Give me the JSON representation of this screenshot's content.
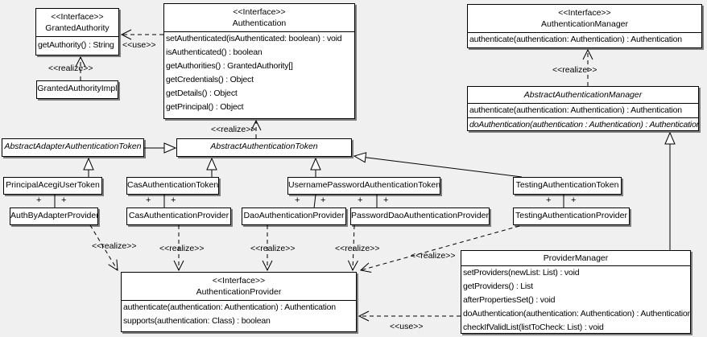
{
  "labels": {
    "realize": "&lt;&lt;realize&gt;&gt;",
    "use": "&lt;&lt;use&gt;&gt;",
    "plus": "+"
  },
  "stereotype_interface": "<<Interface>>",
  "edge_labels": {
    "realize": "<<realize>>",
    "use": "<<use>>",
    "plus": "+"
  },
  "classes": [
    {
      "stereotype": "<<Interface>>",
      "name": "GrantedAuthority",
      "methods": [
        "getAuthority() : String"
      ]
    },
    {
      "name": "GrantedAuthorityImpl"
    },
    {
      "stereotype": "<<Interface>>",
      "name": "Authentication",
      "methods": [
        "setAuthenticated(isAuthenticated: boolean) : void",
        "isAuthenticated() : boolean",
        "getAuthorities() : GrantedAuthority[]",
        "getCredentials() : Object",
        "getDetails() : Object",
        "getPrincipal() : Object"
      ]
    },
    {
      "stereotype": "<<Interface>>",
      "name": "AuthenticationManager",
      "methods": [
        "authenticate(authentication: Authentication) : Authentication"
      ]
    },
    {
      "name": "AbstractAuthenticationManager",
      "abstract": true,
      "methods": [
        "authenticate(authentication: Authentication) : Authentication",
        "doAuthentication(authentication : Authentication) : Authentication"
      ]
    },
    {
      "name": "AbstractAdapterAuthenticationToken",
      "abstract": true
    },
    {
      "name": "AbstractAuthenticationToken",
      "abstract": true
    },
    {
      "name": "PrincipalAcegiUserToken"
    },
    {
      "name": "CasAuthenticationToken"
    },
    {
      "name": "UsernamePasswordAuthenticationToken"
    },
    {
      "name": "TestingAuthenticationToken"
    },
    {
      "name": "AuthByAdapterProvider"
    },
    {
      "name": "CasAuthenticationProvider"
    },
    {
      "name": "DaoAuthenticationProvider"
    },
    {
      "name": "PasswordDaoAuthenticationProvider"
    },
    {
      "name": "TestingAuthenticationProvider"
    },
    {
      "stereotype": "<<Interface>>",
      "name": "AuthenticationProvider",
      "methods": [
        "authenticate(authentication: Authentication) : Authentication",
        "supports(authentication: Class) : boolean"
      ]
    },
    {
      "name": "ProviderManager",
      "methods": [
        "setProviders(newList: List) : void",
        "getProviders() : List",
        "afterPropertiesSet() : void",
        "doAuthentication(authentication: Authentication) : Authentication",
        "checkIfValidList(listToCheck: List) : void"
      ]
    }
  ]
}
